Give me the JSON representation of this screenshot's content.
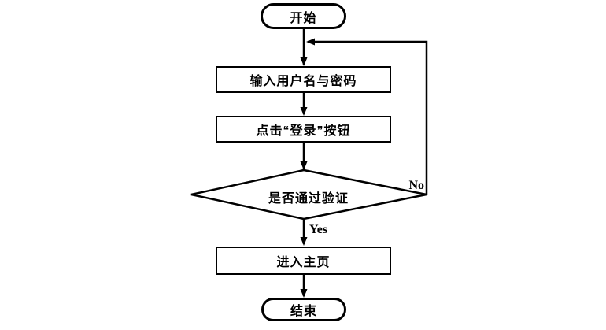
{
  "diagram": {
    "type": "flowchart",
    "background": "#ffffff",
    "stroke_color": "#000000",
    "nodes": {
      "start": {
        "label": "开始",
        "shape": "terminator"
      },
      "input_credentials": {
        "label": "输入用户名与密码",
        "shape": "process"
      },
      "click_login": {
        "label": "点击“登录”按钮",
        "shape": "process"
      },
      "verify": {
        "label": "是否通过验证",
        "shape": "decision"
      },
      "enter_home": {
        "label": "进入主页",
        "shape": "process"
      },
      "end": {
        "label": "结束",
        "shape": "terminator"
      }
    },
    "edge_labels": {
      "yes": "Yes",
      "no": "No"
    }
  }
}
